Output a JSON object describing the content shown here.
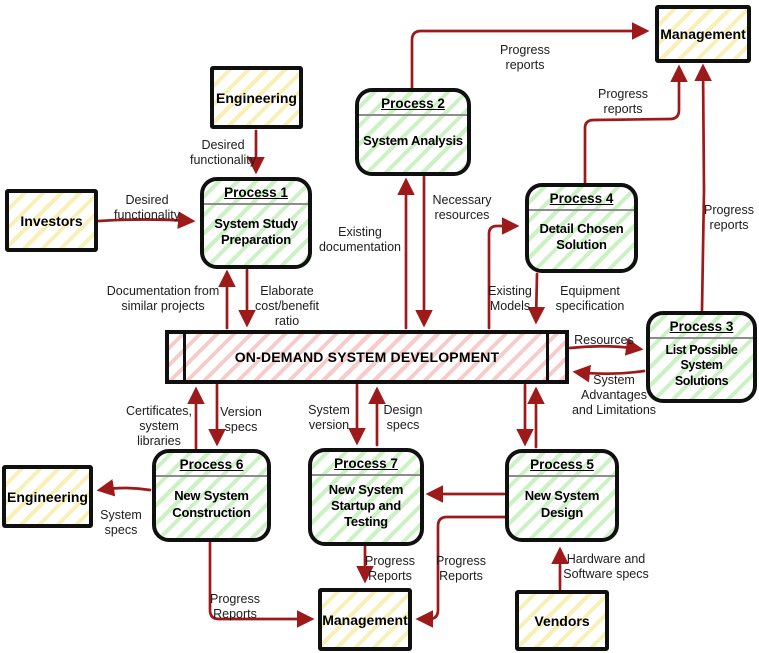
{
  "datastore": {
    "label": "ON-DEMAND SYSTEM DEVELOPMENT"
  },
  "entities": {
    "engineering_top": {
      "label": "Engineering"
    },
    "investors": {
      "label": "Investors"
    },
    "management_top": {
      "label": "Management"
    },
    "engineering_bottom": {
      "label": "Engineering"
    },
    "management_bottom": {
      "label": "Management"
    },
    "vendors": {
      "label": "Vendors"
    }
  },
  "processes": {
    "p1": {
      "header": "Process 1",
      "name": "System Study Preparation"
    },
    "p2": {
      "header": "Process 2",
      "name": "System Analysis"
    },
    "p3": {
      "header": "Process 3",
      "name": "List Possible System Solutions"
    },
    "p4": {
      "header": "Process 4",
      "name": "Detail Chosen Solution"
    },
    "p5": {
      "header": "Process 5",
      "name": "New System Design"
    },
    "p6": {
      "header": "Process 6",
      "name": "New System Construction"
    },
    "p7": {
      "header": "Process 7",
      "name": "New System Startup and Testing"
    }
  },
  "flows": {
    "desired_functionality_top": "Desired functionality",
    "desired_functionality_left": "Desired functionality",
    "progress_reports_p2": "Progress reports",
    "progress_reports_p4": "Progress reports",
    "progress_reports_p3": "Progress reports",
    "documentation_similar": "Documentation from similar projects",
    "elaborate_ratio": "Elaborate cost/benefit ratio",
    "existing_documentation": "Existing documentation",
    "necessary_resources": "Necessary resources",
    "existing_models": "Existing Models",
    "equipment_specification": "Equipment specification",
    "resources": "Resources",
    "system_advantages": "System Advantages and Limitations",
    "certificates_libraries": "Certificates, system libraries",
    "version_specs": "Version specs",
    "system_version": "System version",
    "design_specs": "Design specs",
    "system_specs": "System specs",
    "progress_reports_p6": "Progress Reports",
    "progress_reports_p7": "Progress Reports",
    "progress_reports_p5": "Progress Reports",
    "hardware_software": "Hardware and Software specs"
  },
  "colors": {
    "arrow": "#9e1a1a",
    "border": "#101010",
    "process_hatch": "#8ce178",
    "entity_hatch": "#f0e16e",
    "datastore_hatch": "#f08c8c"
  }
}
